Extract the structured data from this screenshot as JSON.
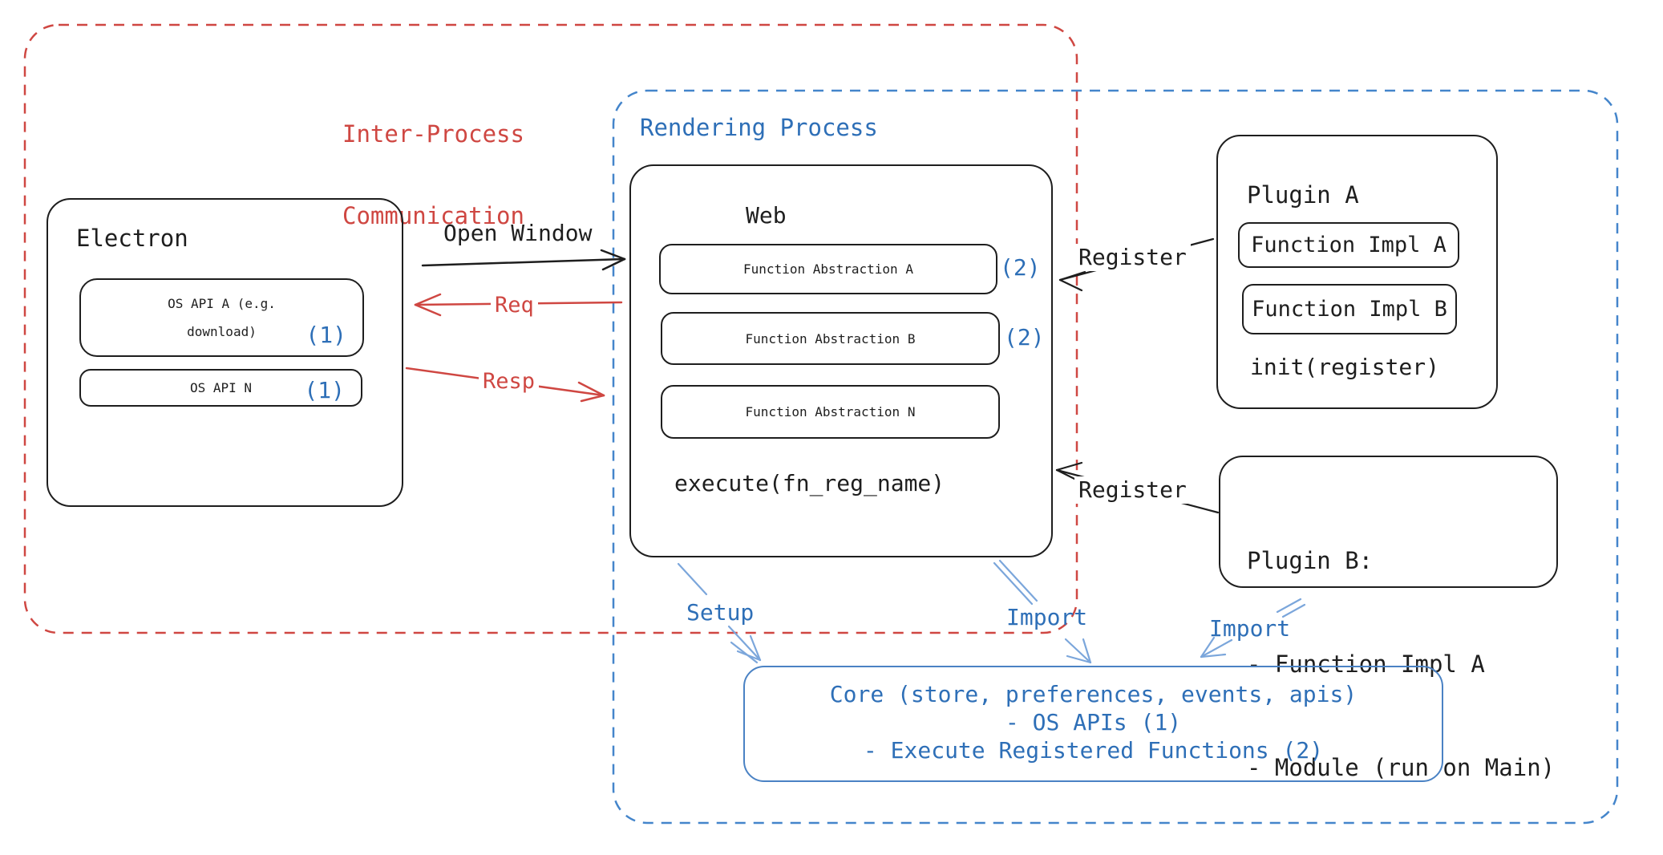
{
  "diagram": {
    "ipc": {
      "label_line1": "Inter-Process",
      "label_line2": "Communication"
    },
    "rendering_process": {
      "label": "Rendering Process"
    },
    "electron": {
      "title": "Electron",
      "os_api_a_line1": "OS API A (e.g.",
      "os_api_a_line2": "download)",
      "os_api_a_badge": "(1)",
      "os_api_n": "OS API N",
      "os_api_n_badge": "(1)"
    },
    "web": {
      "title": "Web",
      "fa_a": "Function Abstraction A",
      "fa_a_badge": "(2)",
      "fa_b": "Function Abstraction B",
      "fa_b_badge": "(2)",
      "fa_n": "Function Abstraction N",
      "execute": "execute(fn_reg_name)"
    },
    "plugin_a": {
      "title": "Plugin A",
      "impl_a": "Function Impl A",
      "impl_b": "Function Impl B",
      "init": "init(register)"
    },
    "plugin_b": {
      "line1": "Plugin B:",
      "line2": "- Function Impl A",
      "line3": "- Module (run on Main)"
    },
    "core": {
      "line1": "Core (store, preferences, events, apis)",
      "line2": "- OS APIs (1)",
      "line3": "- Execute Registered Functions (2)"
    },
    "arrows": {
      "open_window": "Open Window",
      "req": "Req",
      "resp": "Resp",
      "register_a": "Register",
      "register_b": "Register",
      "setup": "Setup",
      "import_web": "Import",
      "import_plugin_b": "Import"
    }
  },
  "colors": {
    "ink": "#1e1e1e",
    "red": "#cf4742",
    "blue": "#2e6fb7",
    "arrow_blue": "#7ba6db",
    "blue_dashed": "#4485cb",
    "core_border": "#4a82c4"
  }
}
